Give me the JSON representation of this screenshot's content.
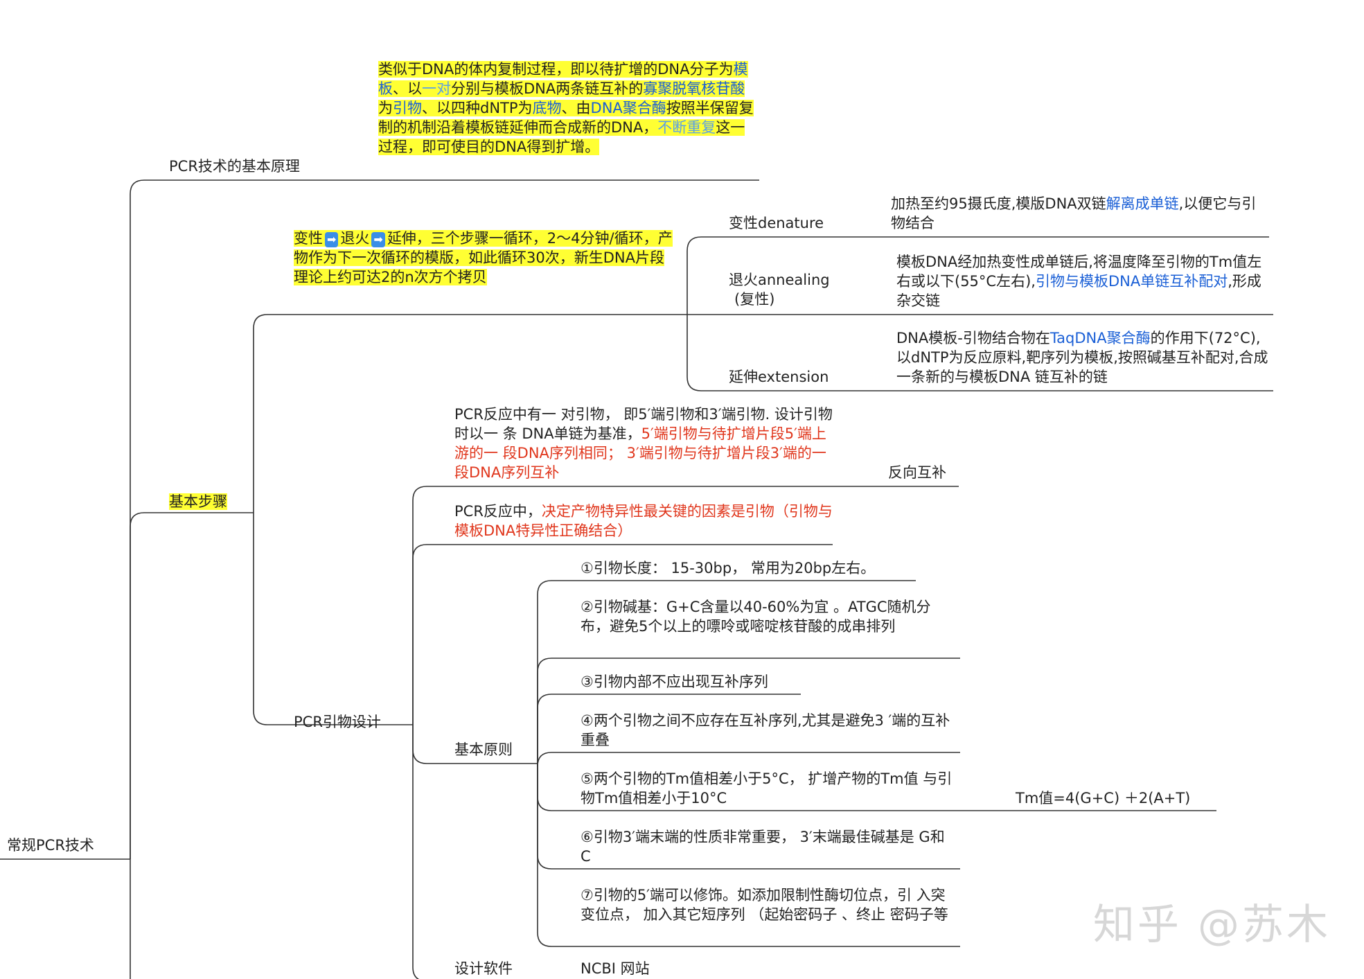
{
  "nodes": {
    "root": "常规PCR技术",
    "principle_title": "PCR技术的基本原理",
    "principle_desc": {
      "p1": "类似于DNA的体内复制过程，即以待扩增的DNA分子为",
      "p2": "模板",
      "p3": "、以",
      "p4": "一对",
      "p5": "分别与模板DNA两条链互补的",
      "p6": "寡聚脱氧核苷酸",
      "p7": "为",
      "p8": "引物",
      "p9": "、以四种dNTP为",
      "p10": "底物",
      "p11": "、由",
      "p12": "DNA聚合酶",
      "p13": "按照半保留复制的机制沿着模板链延伸而合成新的DNA，",
      "p14": "不断重复",
      "p15": "这一过程，即可使目的DNA得到扩增。"
    },
    "steps_title": "基本步骤",
    "cycle_desc": {
      "p1": "变性",
      "arrow1": "➡",
      "p2": "退火",
      "arrow2": "➡",
      "p3": "延伸，三个步骤一循环，2～4分钟/循环，产物作为下一次循环的模版，如此循环30次，新生DNA片段理论上约可达2的n次方个拷贝"
    },
    "denature_title": "变性denature",
    "denature_desc": {
      "p1": "加热至约95摄氏度,模版DNA双链",
      "p2": "解离成单链",
      "p3": ",以便它与引物结合"
    },
    "annealing_title_1": "退火annealing",
    "annealing_title_2": "(复性)",
    "annealing_desc": {
      "p1": "模板DNA经加热变性成单链后,将温度降至引物的Tm值左右或以下(55°C左右),",
      "p2": "引物与模板DNA单链互补配对",
      "p3": ",形成杂交链"
    },
    "extension_title": "延伸extension",
    "extension_desc": {
      "p1": "DNA模板-引物结合物在",
      "p2": "TaqDNA聚合酶",
      "p3": "的作用下(72°C),以dNTP为反应原料,靶序列为模板,按照碱基互补配对,合成一条新的与模板DNA 链互补的链"
    },
    "primer_design_title": "PCR引物设计",
    "primer_pair_desc": {
      "p1": "PCR反应中有一 对引物， 即5′端引物和3′端引物. 设计引物时以一 条 DNA单链为基准，",
      "p2": "5′端引物与待扩增片段5′端上游的一 段DNA序列相同； 3′端引物与待扩增片段3′端的一 段DNA序列互补"
    },
    "reverse_complement": "反向互补",
    "specificity_desc": {
      "p1": "PCR反应中，",
      "p2": "决定产物特异性最关键的因素是引物（引物与模板DNA特异性正确结合）"
    },
    "principles_title": "基本原则",
    "rules": [
      "①引物长度： 15-30bp， 常用为20bp左右。",
      "②引物碱基：G+C含量以40-60%为宜 。ATGC随机分布，避免5个以上的嘌呤或嘧啶核苷酸的成串排列",
      "③引物内部不应出现互补序列",
      "④两个引物之间不应存在互补序列,尤其是避免3 ′端的互补重叠",
      "⑤两个引物的Tm值相差小于5°C， 扩增产物的Tm值 与引物Tm值相差小于10°C",
      "⑥引物3′端末端的性质非常重要， 3′末端最佳碱基是 G和C",
      "⑦引物的5′端可以修饰。如添加限制性酶切位点，引 入突变位点， 加入其它短序列 （起始密码子 、终止 密码子等"
    ],
    "tm_formula": "Tm值=4(G+C) ＋2(A+T)",
    "software_title": "设计软件",
    "software_value": "NCBI 网站"
  },
  "watermark": "知乎 @苏木",
  "colors": {
    "highlight": "#ffff33",
    "blue": "#1a5fd6",
    "red": "#e0361c",
    "line": "#333333"
  }
}
